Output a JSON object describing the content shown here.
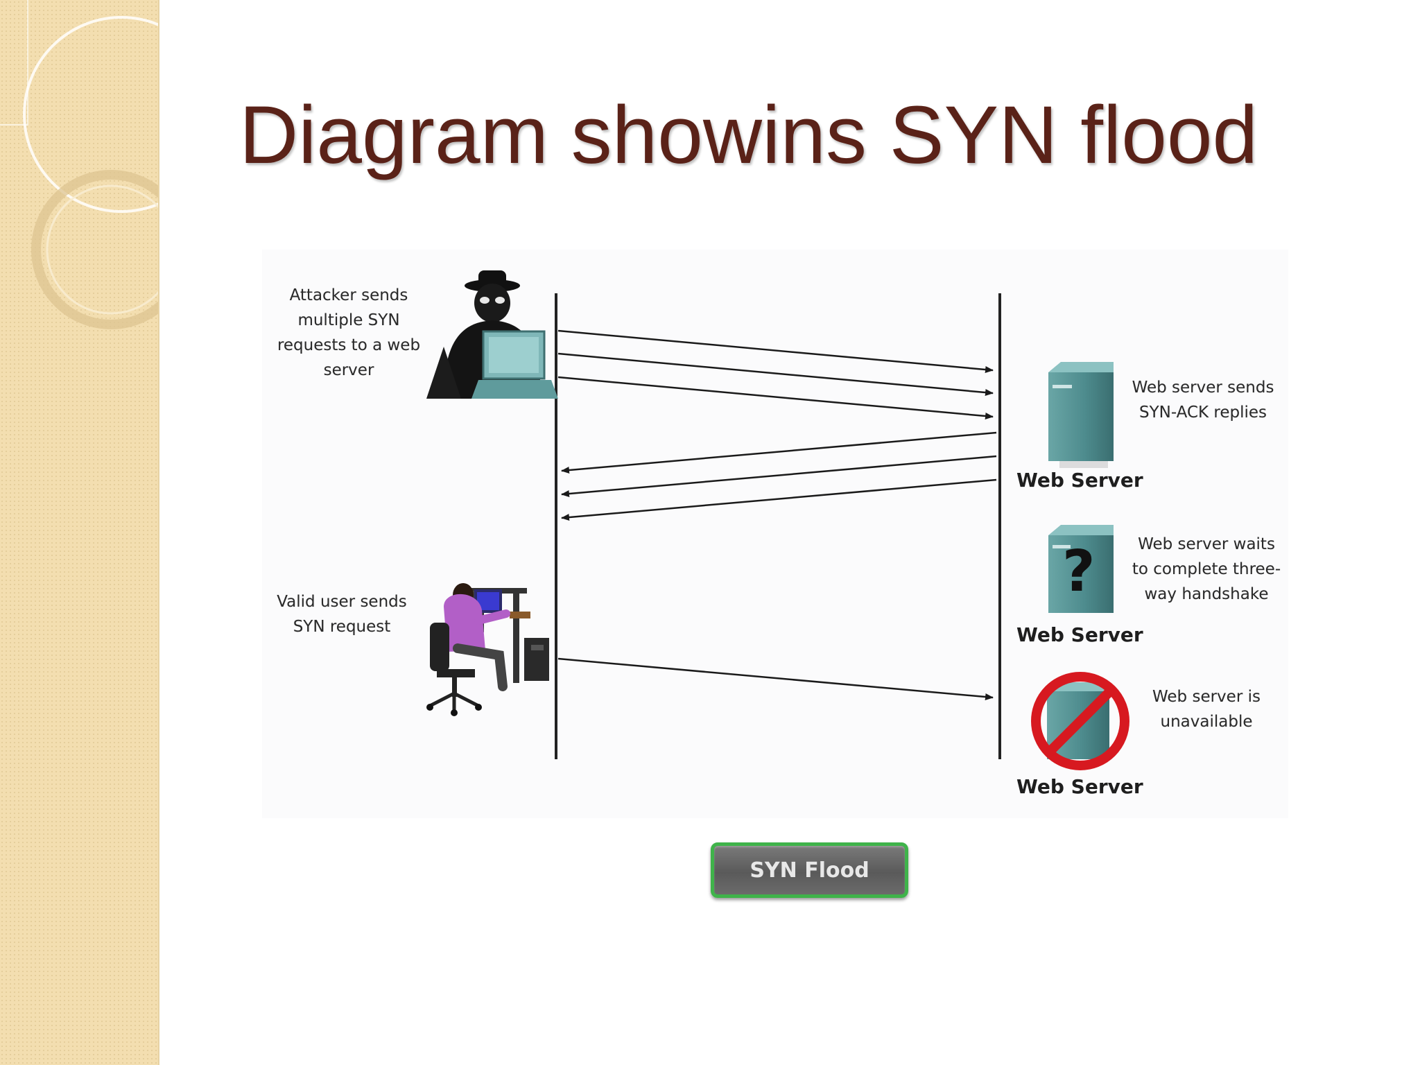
{
  "slide": {
    "title": "Diagram showins SYN flood",
    "accent_color": "#5a2218",
    "side_panel_color": "#f3deb0"
  },
  "diagram": {
    "attacker_caption": [
      "Attacker sends",
      "multiple SYN",
      "requests to a web",
      "server"
    ],
    "valid_user_caption": [
      "Valid user sends",
      "SYN request"
    ],
    "servers": [
      {
        "label": "Web Server",
        "caption": [
          "Web server sends",
          "SYN-ACK replies"
        ],
        "icon": "server-icon"
      },
      {
        "label": "Web Server",
        "caption": [
          "Web server waits",
          "to complete three-",
          "way handshake"
        ],
        "icon": "server-question-icon",
        "mark": "?"
      },
      {
        "label": "Web Server",
        "caption": [
          "Web server is",
          "unavailable"
        ],
        "icon": "server-blocked-icon"
      }
    ]
  },
  "button": {
    "label": "SYN Flood",
    "border_color": "#3fb34a"
  }
}
